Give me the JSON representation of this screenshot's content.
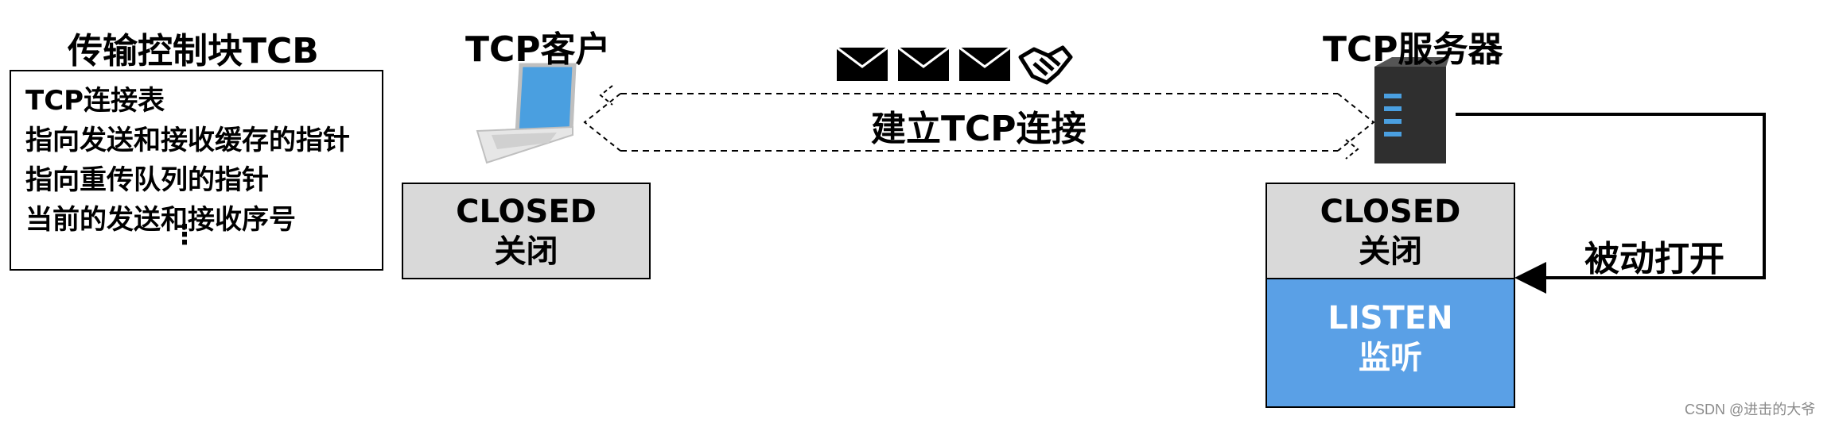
{
  "tcb": {
    "title": "传输控制块TCB",
    "lines": [
      "TCP连接表",
      "指向发送和接收缓存的指针",
      "指向重传队列的指针",
      "当前的发送和接收序号"
    ],
    "ellipsis": "⋮"
  },
  "client": {
    "title": "TCP客户",
    "state_en": "CLOSED",
    "state_cn": "关闭",
    "icon": "laptop-icon"
  },
  "server": {
    "title": "TCP服务器",
    "state_en": "CLOSED",
    "state_cn": "关闭",
    "listen_en": "LISTEN",
    "listen_cn": "监听",
    "icon": "server-tower-icon"
  },
  "connection": {
    "label": "建立TCP连接",
    "icons": [
      "envelope-icon",
      "envelope-icon",
      "envelope-icon",
      "handshake-icon"
    ]
  },
  "passive_open": "被动打开",
  "watermark": "CSDN @进击的大爷",
  "colors": {
    "closed_fill": "#d9d9d9",
    "listen_fill": "#5aa0e6",
    "laptop_screen": "#4a9fe0"
  }
}
